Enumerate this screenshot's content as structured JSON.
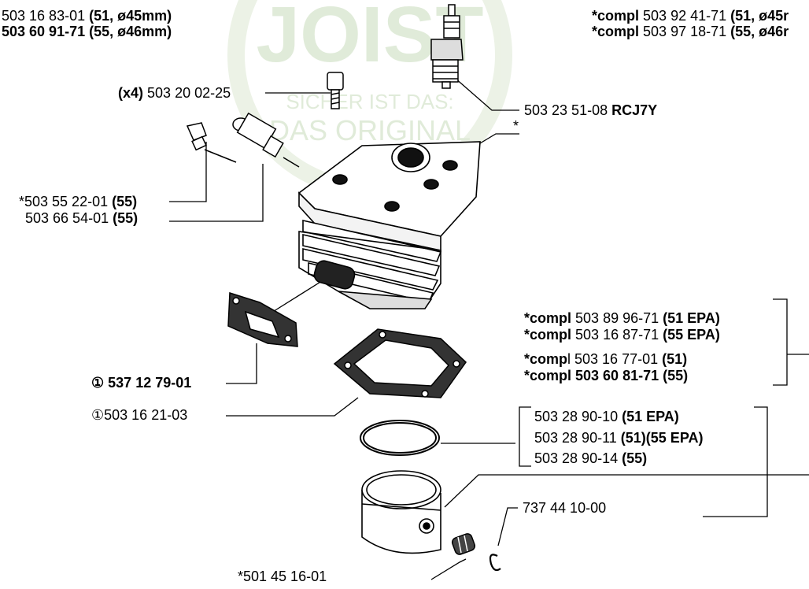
{
  "watermark": {
    "brand": "JOIST",
    "line1": "SICHER IST DAS:",
    "line2": "DAS ORIGINAL",
    "color": "#dde9d5"
  },
  "labels": {
    "cyl_left_1_num": "503 16 83-01",
    "cyl_left_1_spec": "(51, ø45mm)",
    "cyl_left_2_full": "503 60 91-71 (55, ø46mm)",
    "cyl_right_1_pre": "*compl",
    "cyl_right_1_num": "503 92 41-71",
    "cyl_right_1_spec": "(51, ø45r",
    "cyl_right_2_pre": "*compl",
    "cyl_right_2_num": "503 97 18-71",
    "cyl_right_2_spec": "(55, ø46r",
    "bolt_qty": "(x4)",
    "bolt_num": "503 20 02-25",
    "plug_num": "503 23 51-08",
    "plug_type": "RCJ7Y",
    "cyl_star": "*",
    "decomp_num": "*503 55 22-01",
    "decomp_spec": "(55)",
    "valve_num": "503 66 54-01",
    "valve_spec": "(55)",
    "kit_1_pre": "*compl",
    "kit_1_num": "503 89 96-71",
    "kit_1_spec": "(51 EPA)",
    "kit_2_pre": "*compl",
    "kit_2_num": "503 16 87-71",
    "kit_2_spec": "(55 EPA)",
    "kit_3_pre": "*comp",
    "kit_3_mid": "l 503 16 77-01",
    "kit_3_spec": "(51)",
    "kit_4_full": "*compl 503 60 81-71 (55)",
    "gasket_exh_mark": "①",
    "gasket_exh_num": "537 12 79-01",
    "gasket_base_mark": "①",
    "gasket_base_num": "503 16 21-03",
    "ring_1_num": "503 28 90-10",
    "ring_1_spec": "(51 EPA)",
    "ring_2_num": "503 28 90-11",
    "ring_2_spec": "(51)(55 EPA)",
    "ring_3_num": "503 28 90-14",
    "ring_3_spec": "(55)",
    "circlip_num": "737 44 10-00",
    "bearing_num": "*501 45 16-01"
  }
}
